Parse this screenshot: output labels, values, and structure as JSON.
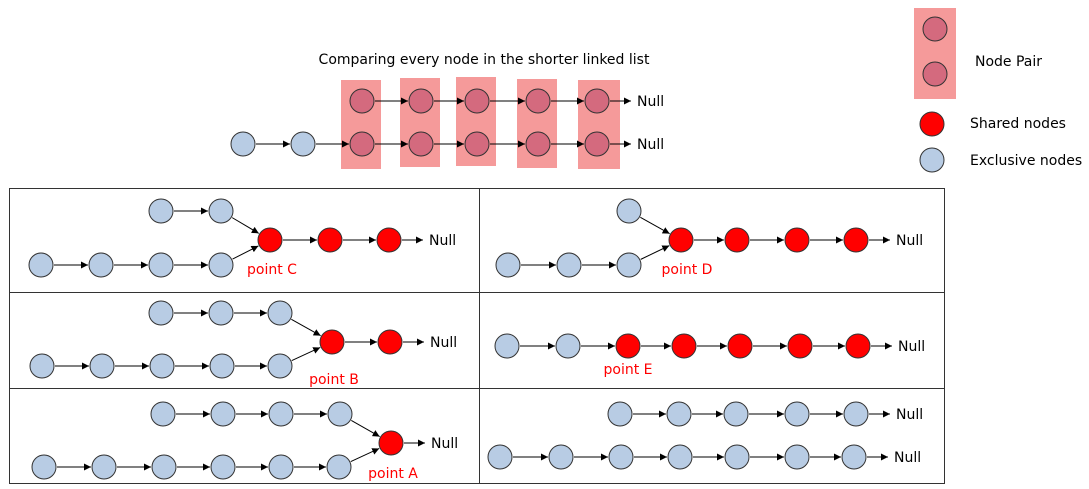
{
  "title": "Comparing every node in the shorter linked list",
  "null_label": "Null",
  "legend": {
    "pair_label": "Node Pair",
    "shared_label": "Shared nodes",
    "exclusive_label": "Exclusive nodes"
  },
  "panels": {
    "c": {
      "point_label": "point C"
    },
    "d": {
      "point_label": "point D"
    },
    "b": {
      "point_label": "point B"
    },
    "e": {
      "point_label": "point E"
    },
    "a": {
      "point_label": "point A"
    }
  },
  "colors": {
    "exclusive": "#b8cce4",
    "shared": "#ff0000",
    "pair_highlight": "#f08080",
    "pair_node": "#d46a7e",
    "outline": "#333333"
  }
}
